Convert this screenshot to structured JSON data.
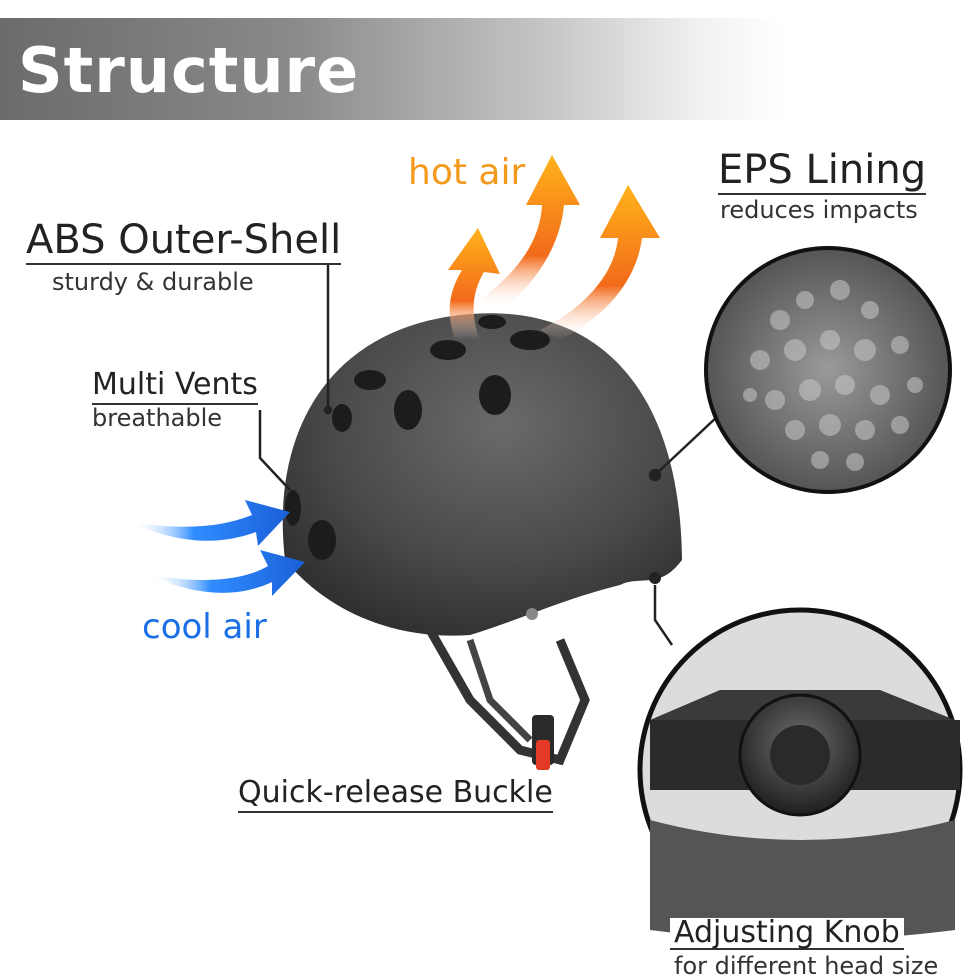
{
  "banner": {
    "title": "Structure"
  },
  "airflow": {
    "hot_label": "hot air",
    "cool_label": "cool air"
  },
  "features": {
    "eps": {
      "title": "EPS Lining",
      "subtitle": "reduces impacts"
    },
    "abs": {
      "title": "ABS Outer-Shell",
      "subtitle": "sturdy & durable"
    },
    "vents": {
      "title": "Multi Vents",
      "subtitle": "breathable"
    },
    "buckle": {
      "title": "Quick-release Buckle"
    },
    "knob": {
      "title": "Adjusting Knob",
      "subtitle": "for different head size"
    }
  },
  "colors": {
    "helmet": "#4a4a4a",
    "hot_arrow": "#f7a21b",
    "cool_arrow": "#1e78f0",
    "buckle_red": "#e23a24"
  }
}
